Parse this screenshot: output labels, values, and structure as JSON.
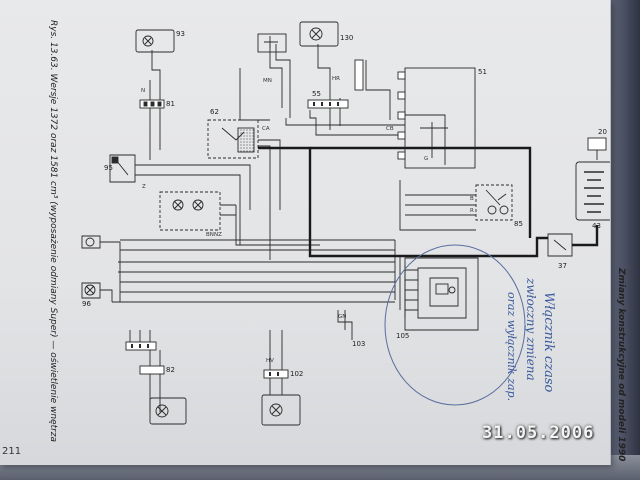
{
  "page": {
    "figure_caption": "Rys. 13.63. Wersje 1372 oraz 1581 cm³ (wyposażenie odmiany Super) — oświetlenie wnętrza",
    "section_title": "Zmiany konstrukcyjne od modeli 1990",
    "page_number": "211",
    "date_stamp": "31.05.2006"
  },
  "handwriting": {
    "line1": "Włącznik czaso",
    "line2": "zwłoczny zmiena",
    "line3": "oraz wyłącznik zap."
  },
  "component_numbers": {
    "c20": "20",
    "c37": "37",
    "c43": "43",
    "c51": "51",
    "c55": "55",
    "c62": "62",
    "c81": "81",
    "c82": "82",
    "c85": "85",
    "c93": "93",
    "c95": "95",
    "c96": "96",
    "c102": "102",
    "c103": "103",
    "c105": "105",
    "c130": "130"
  },
  "wire_codes": {
    "n": "N",
    "mn": "MN",
    "hr": "HR",
    "bn": "BN",
    "nz": "NZ",
    "ca": "CA",
    "cb": "CB",
    "gn": "GN",
    "g": "G",
    "b": "B",
    "r": "R",
    "hv": "HV",
    "z": "Z"
  },
  "colors": {
    "ink": "#2a2a2a",
    "paper": "#e4e5e7",
    "handwriting": "#3a5a9c",
    "stamp": "#f4f4f4"
  }
}
